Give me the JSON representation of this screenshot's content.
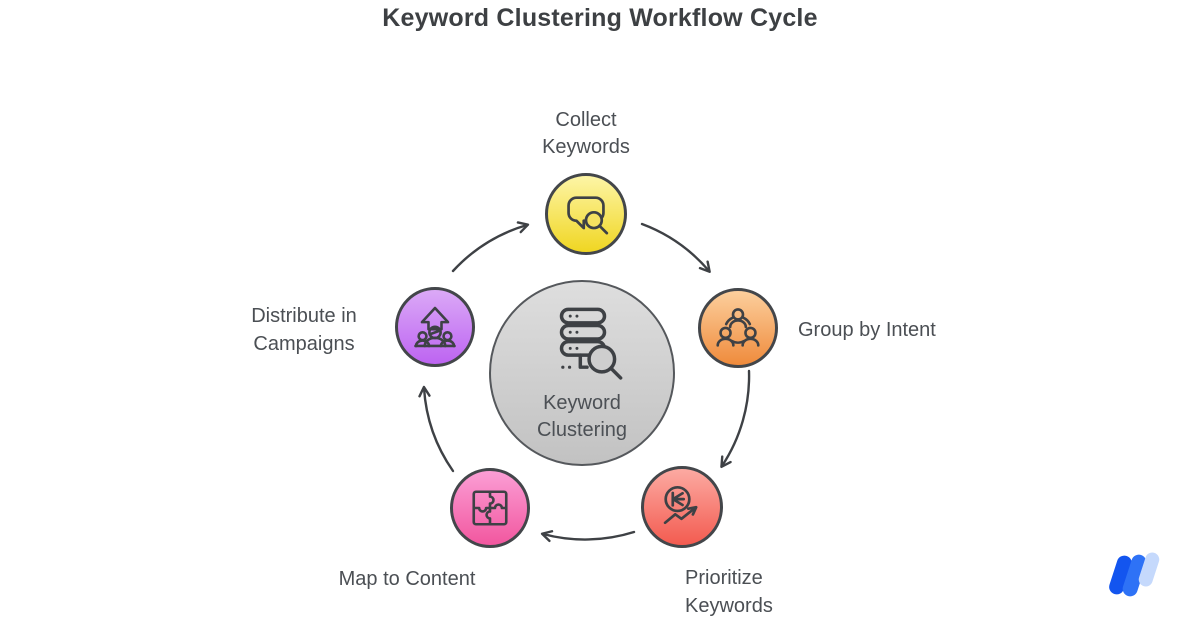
{
  "title": "Keyword Clustering Workflow Cycle",
  "colors": {
    "stroke": "#3e4145",
    "text": "#4b4f54",
    "title": "#3d4043"
  },
  "center": {
    "label": "Keyword Clustering",
    "icon": "database-search-icon",
    "fill_top": "#dedede",
    "fill_bottom": "#c2c2c2",
    "border": "#55585c"
  },
  "nodes": [
    {
      "id": "collect-keywords",
      "label": "Collect Keywords",
      "icon": "speech-bubble-search-icon",
      "fill_top": "#fdf5a6",
      "fill_bottom": "#f0d622"
    },
    {
      "id": "group-by-intent",
      "label": "Group by Intent",
      "icon": "people-network-icon",
      "fill_top": "#fccf9d",
      "fill_bottom": "#ef8b3c"
    },
    {
      "id": "prioritize-keywords",
      "label": "Prioritize Keywords",
      "icon": "keyword-trend-icon",
      "fill_top": "#fcaaa2",
      "fill_bottom": "#f35b50"
    },
    {
      "id": "map-to-content",
      "label": "Map to Content",
      "icon": "puzzle-icon",
      "fill_top": "#fb9ed5",
      "fill_bottom": "#f2579f"
    },
    {
      "id": "distribute-in-campaigns",
      "label": "Distribute in Campaigns",
      "icon": "launch-people-icon",
      "fill_top": "#dba9f6",
      "fill_bottom": "#bd64f2"
    }
  ],
  "logo": {
    "name": "writer-logo",
    "colors": [
      "#1355ef",
      "#2e72f6",
      "#c5d9fc"
    ]
  }
}
